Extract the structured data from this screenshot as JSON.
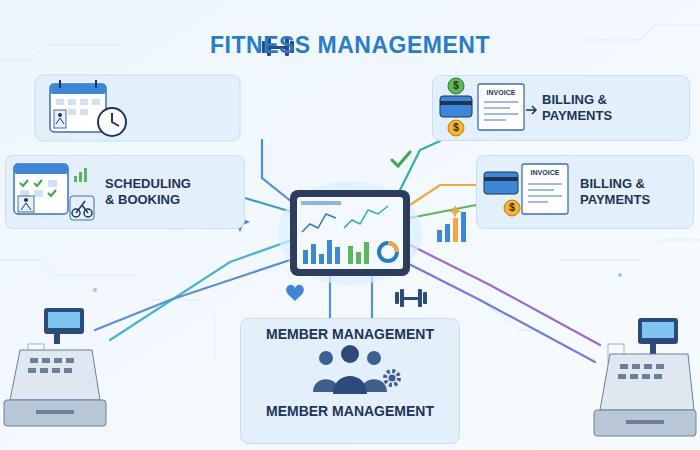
{
  "diagram": {
    "title": "FITNESS MANAGEMENT",
    "nodes": [
      {
        "text": [
          "BILLING & PAYMENTS"
        ]
      },
      {
        "text": [
          "SCHEDULING & BOOKING"
        ]
      },
      {
        "text": [
          "BILLING & PAYMENTS"
        ]
      },
      {
        "text": [
          "MEMBER MANAGEMENT",
          "MEMBER MANAGEMENT"
        ]
      }
    ],
    "labels": [
      "$",
      "INVOICE",
      "$",
      "INVOICE",
      "$"
    ]
  }
}
